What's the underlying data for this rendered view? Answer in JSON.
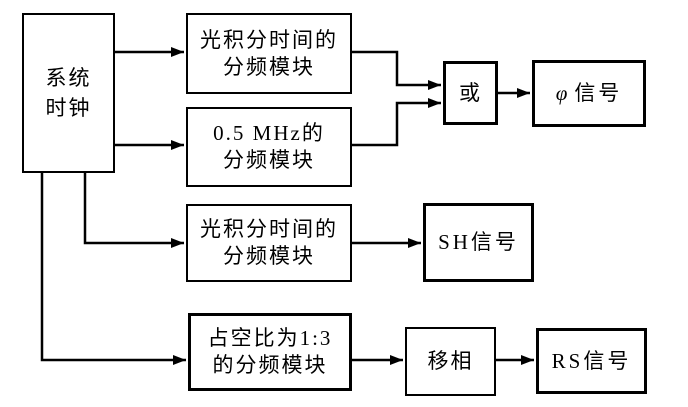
{
  "diagram": {
    "title": "CCD driving signal generation block diagram",
    "background_color": "#ffffff",
    "line_color": "#000000",
    "nodes": {
      "clock": {
        "line1": "系统",
        "line2": "时钟"
      },
      "div_int_top": {
        "line1": "光积分时间的",
        "line2": "分频模块"
      },
      "div_05mhz": {
        "line1": "0.5 MHz的",
        "line2": "分频模块"
      },
      "div_int_mid": {
        "line1": "光积分时间的",
        "line2": "分频模块"
      },
      "div_duty": {
        "line1": "占空比为1:3",
        "line2": "的分频模块"
      },
      "or_gate": {
        "label": "或"
      },
      "phi_signal": {
        "symbol": "φ",
        "suffix": "信号"
      },
      "sh_signal": {
        "label": "SH信号"
      },
      "phase_shift": {
        "label": "移相"
      },
      "rs_signal": {
        "label": "RS信号"
      }
    }
  }
}
